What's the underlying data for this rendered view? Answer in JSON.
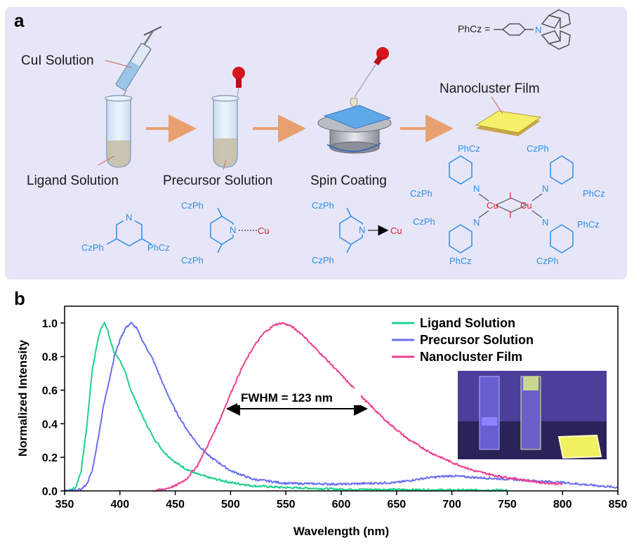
{
  "panel_a": {
    "letter": "a",
    "labels": {
      "cui_solution": "CuI Solution",
      "ligand_solution": "Ligand Solution",
      "precursor_solution": "Precursor Solution",
      "spin_coating": "Spin Coating",
      "nanocluster_film": "Nanocluster Film",
      "phcz_def": "PhCz ="
    },
    "chem": {
      "N": "N",
      "CzPh": "CzPh",
      "PhCz": "PhCz",
      "Cu": "Cu",
      "I": "I"
    },
    "colors": {
      "background": "#e6e6f8",
      "arrow": "#e8a070",
      "film": "#f4f06a",
      "chem_blue": "#2f8fe6",
      "chem_red": "#e0202a"
    }
  },
  "panel_b": {
    "letter": "b",
    "annotation": "FWHM = 123 nm"
  },
  "chart_data": {
    "type": "line",
    "xlabel": "Wavelength (nm)",
    "ylabel": "Normalized Intensity",
    "xlim": [
      350,
      850
    ],
    "ylim": [
      0.0,
      1.1
    ],
    "xticks": [
      350,
      400,
      450,
      500,
      550,
      600,
      650,
      700,
      750,
      800,
      850
    ],
    "yticks": [
      0.0,
      0.2,
      0.4,
      0.6,
      0.8,
      1.0
    ],
    "ytick_labels": [
      "0.0",
      "0.2",
      "0.4",
      "0.6",
      "0.8",
      "1.0"
    ],
    "legend_position": "top-right",
    "series": [
      {
        "name": "Ligand Solution",
        "color": "#1fd18a",
        "x": [
          350,
          355,
          360,
          365,
          370,
          375,
          380,
          383,
          386,
          389,
          392,
          395,
          400,
          405,
          410,
          420,
          430,
          440,
          450,
          460,
          470,
          480,
          500,
          520,
          550,
          600,
          650,
          700,
          750
        ],
        "y": [
          0.0,
          0.005,
          0.02,
          0.12,
          0.38,
          0.72,
          0.9,
          0.97,
          1.0,
          0.96,
          0.88,
          0.82,
          0.78,
          0.7,
          0.6,
          0.45,
          0.32,
          0.23,
          0.17,
          0.13,
          0.1,
          0.08,
          0.05,
          0.03,
          0.02,
          0.01,
          0.008,
          0.005,
          0.005
        ]
      },
      {
        "name": "Precursor Solution",
        "color": "#6b6ef0",
        "x": [
          350,
          360,
          365,
          370,
          375,
          380,
          385,
          390,
          395,
          400,
          405,
          410,
          415,
          420,
          425,
          430,
          440,
          450,
          460,
          470,
          480,
          500,
          520,
          550,
          600,
          650,
          680,
          700,
          720,
          750,
          800,
          850
        ],
        "y": [
          0.0,
          0.0,
          0.01,
          0.04,
          0.12,
          0.3,
          0.5,
          0.65,
          0.8,
          0.9,
          0.97,
          1.0,
          0.97,
          0.9,
          0.84,
          0.78,
          0.62,
          0.48,
          0.37,
          0.28,
          0.21,
          0.12,
          0.07,
          0.045,
          0.04,
          0.05,
          0.08,
          0.09,
          0.08,
          0.07,
          0.05,
          0.02
        ]
      },
      {
        "name": "Nanocluster Film",
        "color": "#ef3f8f",
        "x": [
          430,
          440,
          450,
          460,
          470,
          480,
          490,
          500,
          510,
          520,
          530,
          540,
          547,
          555,
          565,
          575,
          590,
          600,
          620,
          640,
          660,
          680,
          700,
          720,
          740,
          760,
          780,
          800
        ],
        "y": [
          0.0,
          0.01,
          0.03,
          0.07,
          0.15,
          0.28,
          0.42,
          0.58,
          0.73,
          0.85,
          0.94,
          0.99,
          1.0,
          0.98,
          0.93,
          0.86,
          0.76,
          0.69,
          0.55,
          0.42,
          0.31,
          0.23,
          0.17,
          0.12,
          0.09,
          0.07,
          0.05,
          0.04
        ]
      }
    ]
  }
}
